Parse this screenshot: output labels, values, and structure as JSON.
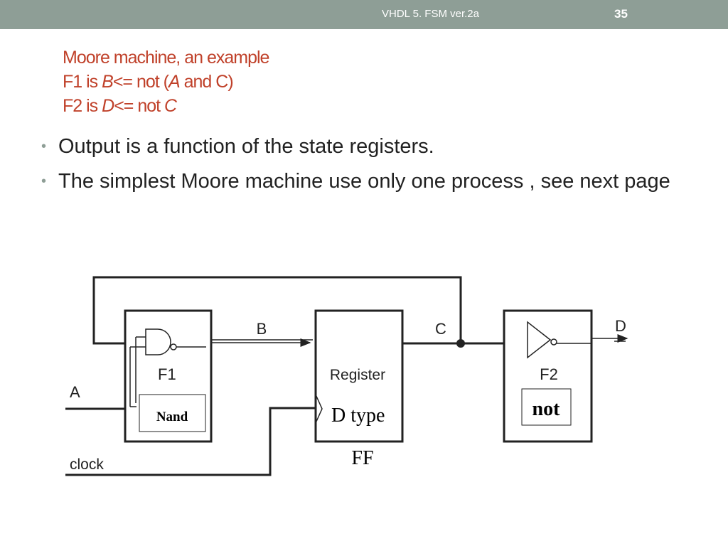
{
  "header": {
    "deck_title": "VHDL 5. FSM ver.2a",
    "slide_number": "35"
  },
  "title": {
    "line1": "Moore machine, an example",
    "line2": {
      "prefix": "F1 is ",
      "sig_b": "B",
      "op": "<= not (",
      "sig_a": "A",
      "rest": " and C)"
    },
    "line3": {
      "prefix": "F2 is ",
      "sig_d": "D",
      "op": "<= not ",
      "sig_c": "C"
    }
  },
  "bullets": [
    "Output is a function of the state registers.",
    "The simplest Moore machine use only one process , see next page"
  ],
  "diagram": {
    "f1_label": "F1",
    "f1_gate_label": "Nand",
    "register_label": "Register",
    "register_type_line1": "D type",
    "register_type_line2": "FF",
    "f2_label": "F2",
    "f2_gate_label": "not",
    "signal_a": "A",
    "signal_b": "B",
    "signal_c": "C",
    "signal_d": "D",
    "signal_clock": "clock"
  }
}
